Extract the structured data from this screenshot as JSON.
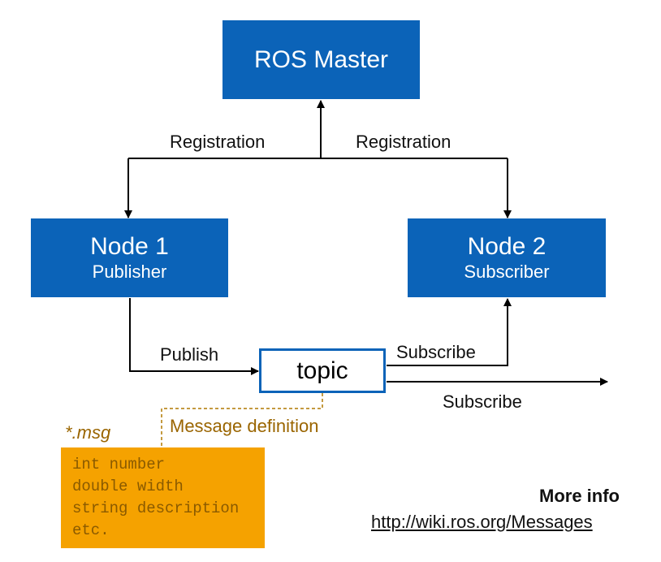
{
  "master": {
    "label": "ROS Master"
  },
  "node1": {
    "title": "Node 1",
    "role": "Publisher"
  },
  "node2": {
    "title": "Node 2",
    "role": "Subscriber"
  },
  "topic": {
    "label": "topic"
  },
  "edges": {
    "registration_left": "Registration",
    "registration_right": "Registration",
    "publish": "Publish",
    "subscribe_upper": "Subscribe",
    "subscribe_lower": "Subscribe",
    "message_definition": "Message definition"
  },
  "msg": {
    "tag": "*.msg",
    "lines": [
      "int number",
      "double width",
      "string description",
      "etc."
    ]
  },
  "info": {
    "title": "More info",
    "link": "http://wiki.ros.org/Messages"
  },
  "colors": {
    "box": "#0b63b8",
    "msg_box": "#f5a200",
    "msg_text": "#9a6500",
    "dashed": "#b07800"
  }
}
